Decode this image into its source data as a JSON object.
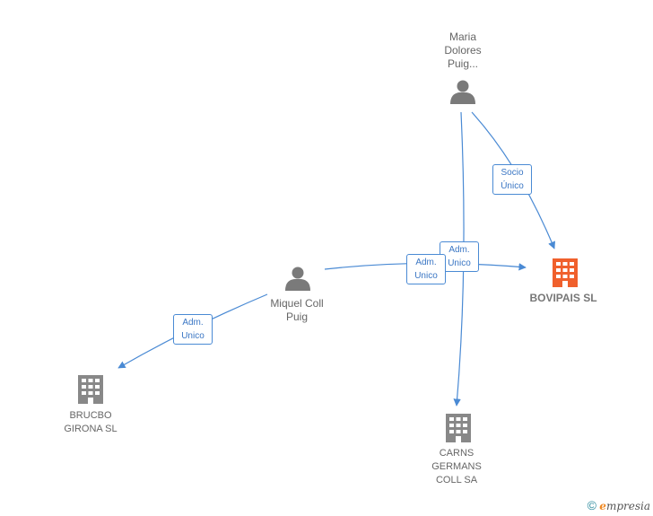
{
  "nodes": {
    "maria": {
      "label": "Maria\nDolores\nPuig..."
    },
    "miquel": {
      "label": "Miquel Coll\nPuig"
    },
    "bovipais": {
      "label": "BOVIPAIS  SL"
    },
    "brucbo": {
      "label": "BRUCBO\nGIRONA  SL"
    },
    "carns": {
      "label": "CARNS\nGERMANS\nCOLL SA"
    }
  },
  "edges": {
    "maria_bovipais": {
      "label": "Socio\nÚnico"
    },
    "maria_carns": {
      "label": "Adm.\nUnico"
    },
    "miquel_bovipais": {
      "label": "Adm.\nUnico"
    },
    "miquel_brucbo": {
      "label": "Adm.\nUnico"
    }
  },
  "colors": {
    "edge": "#4a8ad4",
    "person_icon": "#7a7a7a",
    "company_icon": "#888888",
    "main_company_icon": "#f0602c"
  },
  "footer": {
    "copyright": "©",
    "brand_initial": "e",
    "brand_rest": "mpresia"
  }
}
